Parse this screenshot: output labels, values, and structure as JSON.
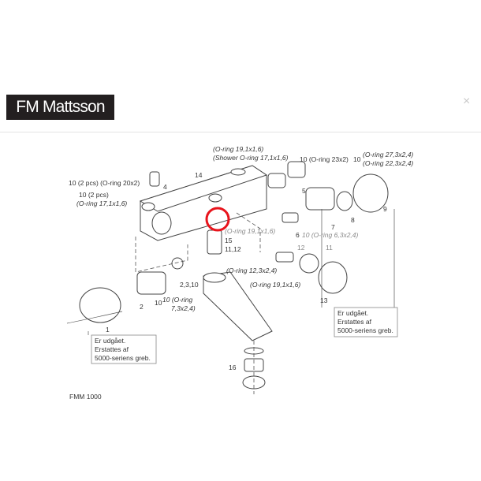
{
  "header": {
    "logo_text": "FM Mattsson",
    "close_label": "×"
  },
  "diagram": {
    "labels": {
      "oring_19_top": "(O-ring 19,1x1,6)",
      "shower_oring": "(Shower O-ring 17,1x1,6)",
      "oring_23": "10 (O-ring 23x2)",
      "ten_right": "10",
      "oring_27": "(O-ring 27,3x2,4)",
      "oring_22": "(O-ring 22,3x2,4)",
      "oring_20": "10 (2 pcs) (O-ring 20x2)",
      "part_4": "4",
      "ten_2pcs": "10 (2 pcs)",
      "oring_17": "(O-ring 17,1x1,6)",
      "part_14": "14",
      "part_5": "5",
      "part_9": "9",
      "part_8": "8",
      "part_7": "7",
      "oring_19_mid": "(O-ring 19,1x1,6)",
      "part_15": "15",
      "part_11_12": "11,12",
      "part_6": "6",
      "oring_6": "10 (O-ring 6,3x2,4)",
      "part_12": "12",
      "part_11": "11",
      "oring_12": "(O-ring 12,3x2,4)",
      "oring_19_low": "(O-ring 19,1x1,6)",
      "part_2_3_10": "2,3,10",
      "oring_7_a": "10 (O-ring",
      "oring_7_b": "7,3x2,4)",
      "ten_left": "10",
      "part_2": "2",
      "part_13": "13",
      "part_1": "1",
      "part_16": "16",
      "model": "FMM 1000"
    },
    "notice_left": [
      "Er udgået.",
      "Erstattes af",
      "5000-seriens greb."
    ],
    "notice_right": [
      "Er udgået.",
      "Erstattes af",
      "5000-seriens greb."
    ],
    "highlight_color": "#e8141c"
  }
}
